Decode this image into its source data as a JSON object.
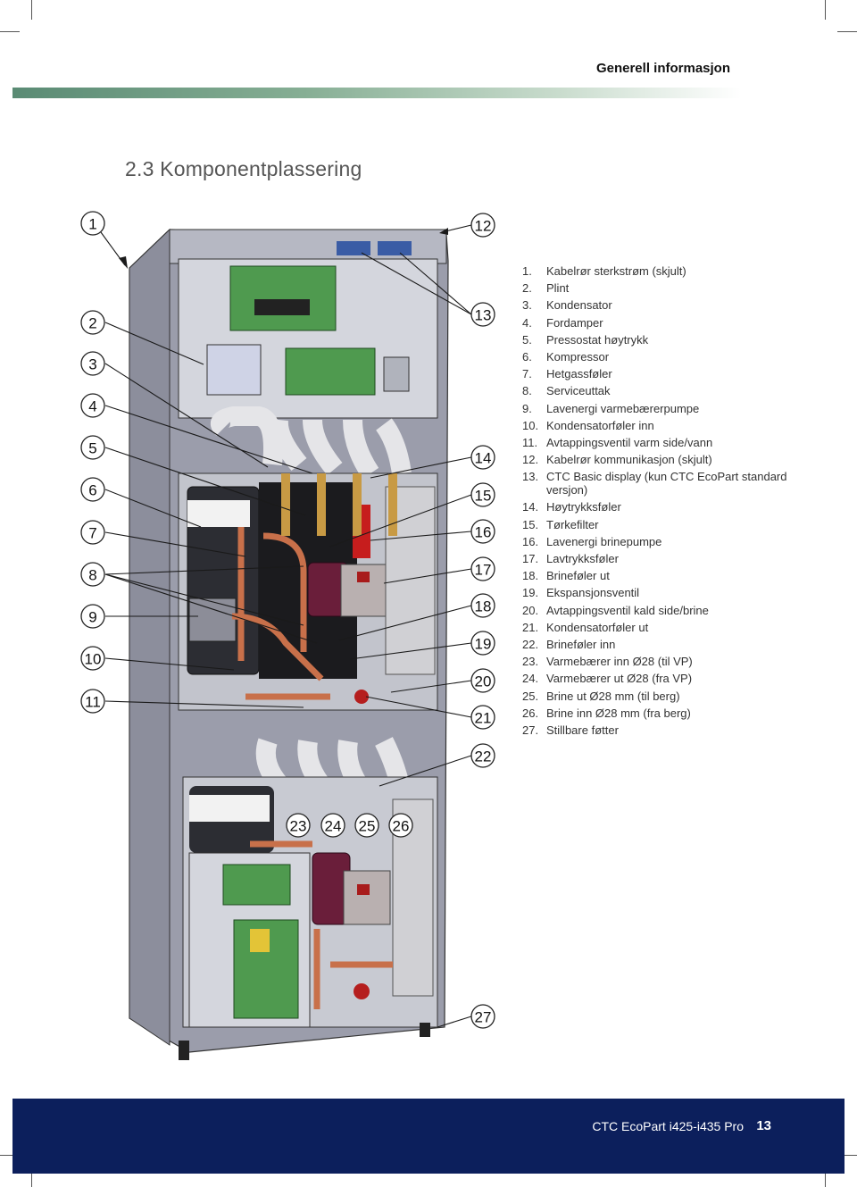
{
  "header": {
    "section": "Generell informasjon"
  },
  "heading": "2.3  Komponentplassering",
  "figure": {
    "callouts": [
      "1",
      "2",
      "3",
      "4",
      "5",
      "6",
      "7",
      "8",
      "9",
      "10",
      "11",
      "12",
      "13",
      "14",
      "15",
      "16",
      "17",
      "18",
      "19",
      "20",
      "21",
      "22",
      "23",
      "24",
      "25",
      "26",
      "27"
    ]
  },
  "legend": [
    {
      "num": "1.",
      "text": "Kabelrør sterkstrøm (skjult)"
    },
    {
      "num": "2.",
      "text": "Plint"
    },
    {
      "num": "3.",
      "text": "Kondensator"
    },
    {
      "num": "4.",
      "text": "Fordamper"
    },
    {
      "num": "5.",
      "text": "Pressostat høytrykk"
    },
    {
      "num": "6.",
      "text": "Kompressor"
    },
    {
      "num": "7.",
      "text": "Hetgassføler"
    },
    {
      "num": "8.",
      "text": "Serviceuttak"
    },
    {
      "num": "9.",
      "text": "Lavenergi varmebærerpumpe"
    },
    {
      "num": "10.",
      "text": "Kondensatorføler inn"
    },
    {
      "num": "11.",
      "text": "Avtappingsventil varm side/vann"
    },
    {
      "num": "12.",
      "text": "Kabelrør kommunikasjon (skjult)"
    },
    {
      "num": "13.",
      "text": "CTC Basic display (kun CTC EcoPart standard versjon)"
    },
    {
      "num": "14.",
      "text": "Høytrykksføler"
    },
    {
      "num": "15.",
      "text": "Tørkefilter"
    },
    {
      "num": "16.",
      "text": "Lavenergi brinepumpe"
    },
    {
      "num": "17.",
      "text": "Lavtrykksføler"
    },
    {
      "num": "18.",
      "text": "Brineføler ut"
    },
    {
      "num": "19.",
      "text": "Ekspansjonsventil"
    },
    {
      "num": "20.",
      "text": "Avtappingsventil kald side/brine"
    },
    {
      "num": "21.",
      "text": "Kondensatorføler ut"
    },
    {
      "num": "22.",
      "text": "Brineføler inn"
    },
    {
      "num": "23.",
      "text": "Varmebærer inn Ø28 (til VP)"
    },
    {
      "num": "24.",
      "text": "Varmebærer ut Ø28 (fra VP)"
    },
    {
      "num": "25.",
      "text": "Brine ut Ø28 mm (til berg)"
    },
    {
      "num": "26.",
      "text": "Brine inn Ø28 mm (fra berg)"
    },
    {
      "num": "27.",
      "text": "Stillbare føtter"
    }
  ],
  "footer": {
    "product": "CTC EcoPart i425-i435 Pro",
    "page": "13"
  },
  "colors": {
    "footer_bg": "#0c1f5c",
    "accent_green": "#5a8b74",
    "cabinet": "#a7a9b4",
    "copper": "#c8704a",
    "pump": "#6a1e3a",
    "board": "#4f9a4f"
  }
}
